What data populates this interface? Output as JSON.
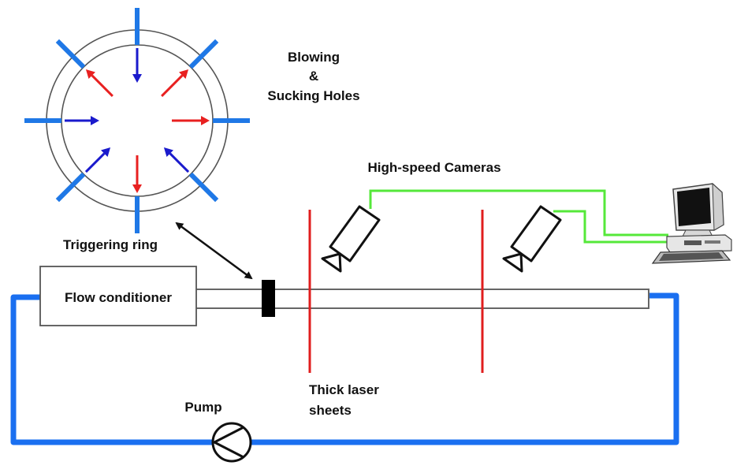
{
  "diagram": {
    "title": "Experimental setup for triggered pipe flow",
    "labels": {
      "blowing_line1": "Blowing",
      "blowing_line2": "&",
      "blowing_line3": "Sucking Holes",
      "cameras": "High-speed Cameras",
      "triggering_ring": "Triggering ring",
      "flow_conditioner": "Flow conditioner",
      "laser_line1": "Thick laser",
      "laser_line2": "sheets",
      "pump": "Pump"
    },
    "ring_holes": [
      {
        "position": "top",
        "flow": "in"
      },
      {
        "position": "top-right",
        "flow": "out"
      },
      {
        "position": "right",
        "flow": "out"
      },
      {
        "position": "bottom-right",
        "flow": "in"
      },
      {
        "position": "bottom",
        "flow": "out"
      },
      {
        "position": "bottom-left",
        "flow": "in"
      },
      {
        "position": "left",
        "flow": "in"
      },
      {
        "position": "top-left",
        "flow": "out"
      }
    ],
    "colors": {
      "pipe_loop": "#1a6ff0",
      "hole_stub": "#1f78e6",
      "inflow_arrow": "#1a1acc",
      "outflow_arrow": "#e82020",
      "laser_sheet": "#e01e1e",
      "camera_cable": "#55e83a",
      "outline": "#111111"
    },
    "components": [
      "Triggering ring",
      "Flow conditioner",
      "Pump",
      "High-speed camera 1",
      "High-speed camera 2",
      "Laser sheet 1",
      "Laser sheet 2",
      "Computer"
    ]
  }
}
